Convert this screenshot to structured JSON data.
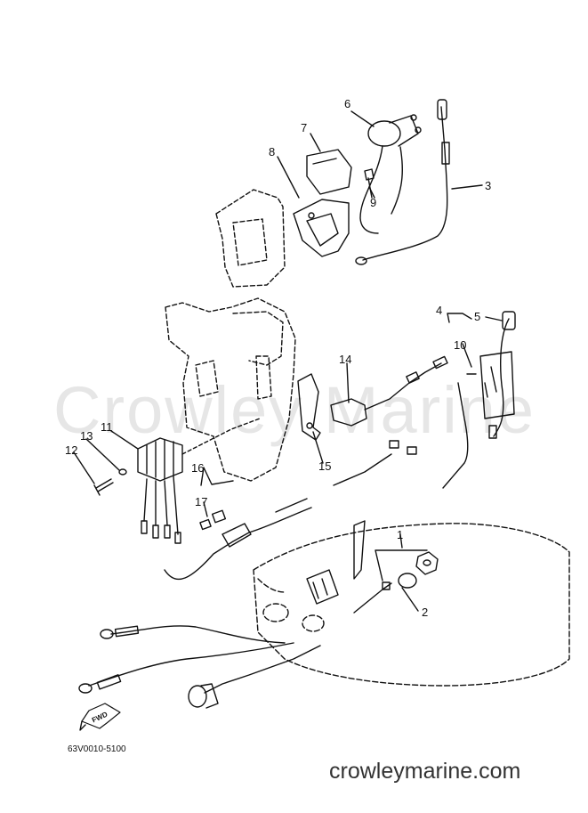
{
  "watermark": "Crowley Marine",
  "diagram_code": "63V0010-5100",
  "footer_site": "crowleymarine.com",
  "fwd_label": "FWD",
  "callouts": [
    "1",
    "2",
    "3",
    "4",
    "5",
    "6",
    "7",
    "8",
    "9",
    "10",
    "11",
    "12",
    "13",
    "14",
    "15",
    "16",
    "17"
  ],
  "colors": {
    "ink": "#111111",
    "watermark": "#e6e6e6",
    "footer": "#333333"
  }
}
